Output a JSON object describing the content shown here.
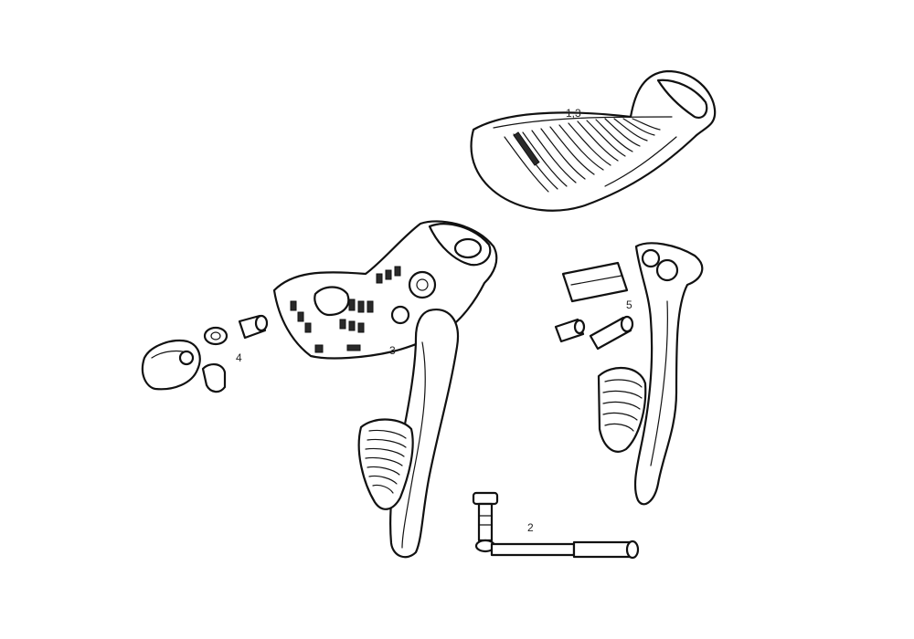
{
  "callouts": {
    "hood": "1,3",
    "cable_tube": "2",
    "left_shifter": "3",
    "clamp_hardware": "4",
    "right_hardware": "5"
  }
}
